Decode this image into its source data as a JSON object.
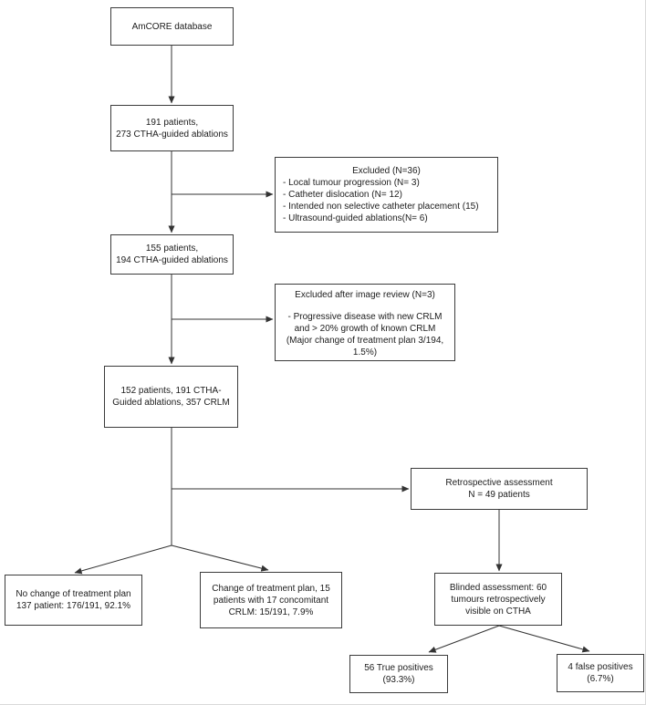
{
  "colors": {
    "border": "#3b3b3b",
    "background": "#ffffff",
    "text": "#1c1c1c",
    "line": "#333333"
  },
  "nodes": {
    "database": {
      "label": "AmCORE database"
    },
    "cohort1": {
      "line1": "191 patients,",
      "line2": "273 CTHA-guided ablations"
    },
    "excluded": {
      "title": "Excluded (N=36)",
      "items": [
        "- Local tumour progression (N= 3)",
        "- Catheter dislocation (N= 12)",
        "- Intended non selective catheter placement (15)",
        "- Ultrasound-guided ablations(N= 6)"
      ]
    },
    "cohort2": {
      "line1": "155 patients,",
      "line2": "194 CTHA-guided ablations"
    },
    "excluded_review": {
      "title": "Excluded after image review (N=3)",
      "body": "- Progressive disease with new CRLM\nand > 20% growth of known CRLM\n(Major change of treatment plan 3/194,\n1.5%)"
    },
    "cohort3": {
      "label": "152 patients, 191 CTHA-Guided ablations, 357 CRLM"
    },
    "retrospective": {
      "line1": "Retrospective assessment",
      "line2": "N = 49 patients"
    },
    "no_change": {
      "line1": "No change of treatment plan",
      "line2": "137 patient: 176/191, 92.1%"
    },
    "change": {
      "label": "Change of treatment plan, 15 patients with 17 concomitant CRLM: 15/191, 7.9%"
    },
    "blinded": {
      "label": "Blinded assessment: 60 tumours retrospectively visible on CTHA"
    },
    "true_positives": {
      "line1": "56 True positives",
      "line2": "(93.3%)"
    },
    "false_positives": {
      "line1": "4 false positives",
      "line2": "(6.7%)"
    }
  }
}
